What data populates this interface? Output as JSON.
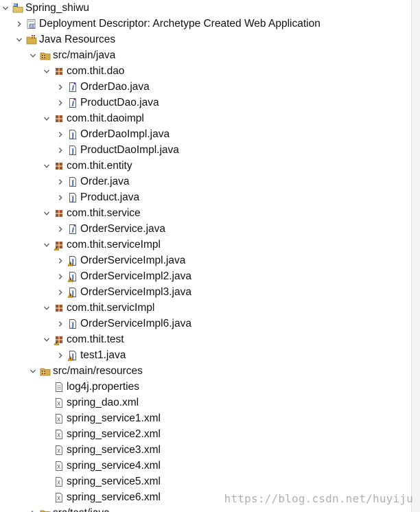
{
  "tree": [
    {
      "label": "Spring_shiwu",
      "icon": "web-project-icon",
      "arrow": "down",
      "depth": 0
    },
    {
      "label": "Deployment Descriptor: Archetype Created Web Application",
      "icon": "deployment-descriptor-icon",
      "arrow": "right",
      "depth": 1
    },
    {
      "label": "Java Resources",
      "icon": "java-resources-icon",
      "arrow": "down",
      "depth": 1
    },
    {
      "label": "src/main/java",
      "icon": "source-folder-icon",
      "arrow": "down",
      "depth": 2
    },
    {
      "label": "com.thit.dao",
      "icon": "package-icon",
      "arrow": "down",
      "depth": 3
    },
    {
      "label": "OrderDao.java",
      "icon": "java-interface-icon",
      "arrow": "right",
      "depth": 4
    },
    {
      "label": "ProductDao.java",
      "icon": "java-interface-icon",
      "arrow": "right",
      "depth": 4
    },
    {
      "label": "com.thit.daoimpl",
      "icon": "package-icon",
      "arrow": "down",
      "depth": 3
    },
    {
      "label": "OrderDaoImpl.java",
      "icon": "java-file-icon",
      "arrow": "right",
      "depth": 4
    },
    {
      "label": "ProductDaoImpl.java",
      "icon": "java-file-icon",
      "arrow": "right",
      "depth": 4
    },
    {
      "label": "com.thit.entity",
      "icon": "package-icon",
      "arrow": "down",
      "depth": 3
    },
    {
      "label": "Order.java",
      "icon": "java-file-icon",
      "arrow": "right",
      "depth": 4
    },
    {
      "label": "Product.java",
      "icon": "java-file-icon",
      "arrow": "right",
      "depth": 4
    },
    {
      "label": "com.thit.service",
      "icon": "package-icon",
      "arrow": "down",
      "depth": 3
    },
    {
      "label": "OrderService.java",
      "icon": "java-interface-icon",
      "arrow": "right",
      "depth": 4
    },
    {
      "label": "com.thit.serviceImpl",
      "icon": "package-warning-icon",
      "arrow": "down",
      "depth": 3
    },
    {
      "label": "OrderServiceImpl.java",
      "icon": "java-file-warning-icon",
      "arrow": "right",
      "depth": 4
    },
    {
      "label": "OrderServiceImpl2.java",
      "icon": "java-file-warning-icon",
      "arrow": "right",
      "depth": 4
    },
    {
      "label": "OrderServiceImpl3.java",
      "icon": "java-file-warning-icon",
      "arrow": "right",
      "depth": 4
    },
    {
      "label": "com.thit.servicImpl",
      "icon": "package-icon",
      "arrow": "down",
      "depth": 3
    },
    {
      "label": "OrderServiceImpl6.java",
      "icon": "java-file-icon",
      "arrow": "right",
      "depth": 4
    },
    {
      "label": "com.thit.test",
      "icon": "package-warning-icon",
      "arrow": "down",
      "depth": 3
    },
    {
      "label": "test1.java",
      "icon": "java-file-warning-icon",
      "arrow": "right",
      "depth": 4
    },
    {
      "label": "src/main/resources",
      "icon": "source-folder-icon",
      "arrow": "down",
      "depth": 2
    },
    {
      "label": "log4j.properties",
      "icon": "properties-file-icon",
      "arrow": "none",
      "depth": 3
    },
    {
      "label": "spring_dao.xml",
      "icon": "xml-file-icon",
      "arrow": "none",
      "depth": 3
    },
    {
      "label": "spring_service1.xml",
      "icon": "xml-file-icon",
      "arrow": "none",
      "depth": 3
    },
    {
      "label": "spring_service2.xml",
      "icon": "xml-file-icon",
      "arrow": "none",
      "depth": 3
    },
    {
      "label": "spring_service3.xml",
      "icon": "xml-file-icon",
      "arrow": "none",
      "depth": 3
    },
    {
      "label": "spring_service4.xml",
      "icon": "xml-file-icon",
      "arrow": "none",
      "depth": 3
    },
    {
      "label": "spring_service5.xml",
      "icon": "xml-file-icon",
      "arrow": "none",
      "depth": 3
    },
    {
      "label": "spring_service6.xml",
      "icon": "xml-file-icon",
      "arrow": "none",
      "depth": 3
    },
    {
      "label": "src/test/java",
      "icon": "source-folder-icon",
      "arrow": "right",
      "depth": 2
    }
  ],
  "watermark": "https://blog.csdn.net/huyiju",
  "colors": {
    "arrow": "#5a5a5a",
    "package": "#a0522d",
    "folder": "#d8b04a",
    "java_file": "#2f5fb3",
    "warning": "#e0a000"
  }
}
